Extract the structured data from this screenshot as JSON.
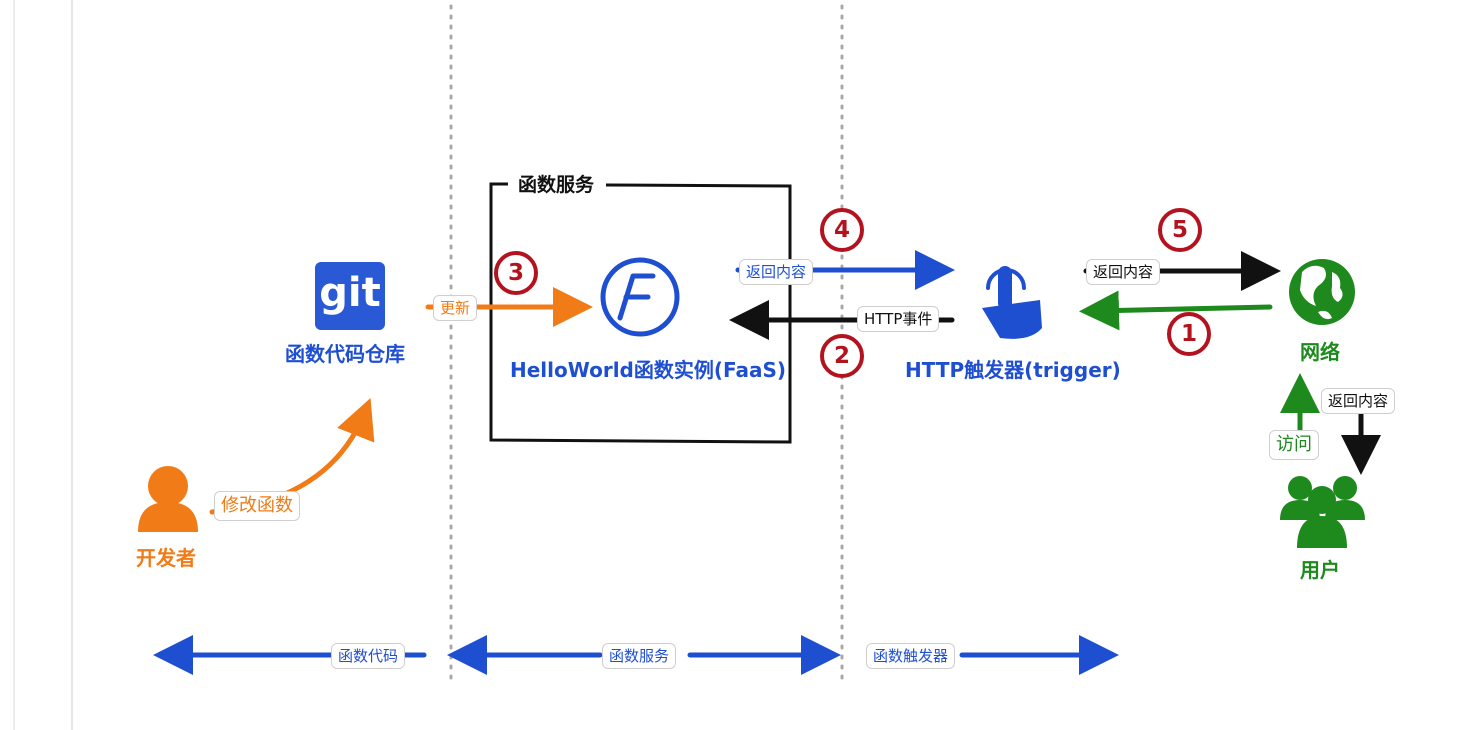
{
  "diagram": {
    "nodes": {
      "git_repo": {
        "icon_text": "git",
        "label": "函数代码仓库"
      },
      "developer": {
        "label": "开发者"
      },
      "faas": {
        "label": "HelloWorld函数实例(FaaS)"
      },
      "trigger": {
        "label": "HTTP触发器(trigger)"
      },
      "network": {
        "label": "网络"
      },
      "users": {
        "label": "用户"
      }
    },
    "group": {
      "title": "函数服务"
    },
    "edges": {
      "modify": "修改函数",
      "update": "更新",
      "return_faas": "返回内容",
      "http_event": "HTTP事件",
      "return_trigger": "返回内容",
      "return_user": "返回内容",
      "visit": "访问"
    },
    "steps": {
      "s1": "1",
      "s2": "2",
      "s3": "3",
      "s4": "4",
      "s5": "5"
    },
    "sections": {
      "code": "函数代码",
      "service": "函数服务",
      "trigger": "函数触发器"
    }
  },
  "colors": {
    "blue": "#1f4fd1",
    "orange": "#f07b17",
    "green": "#1e8a1e",
    "dark_red": "#b3121f",
    "black": "#111111"
  }
}
